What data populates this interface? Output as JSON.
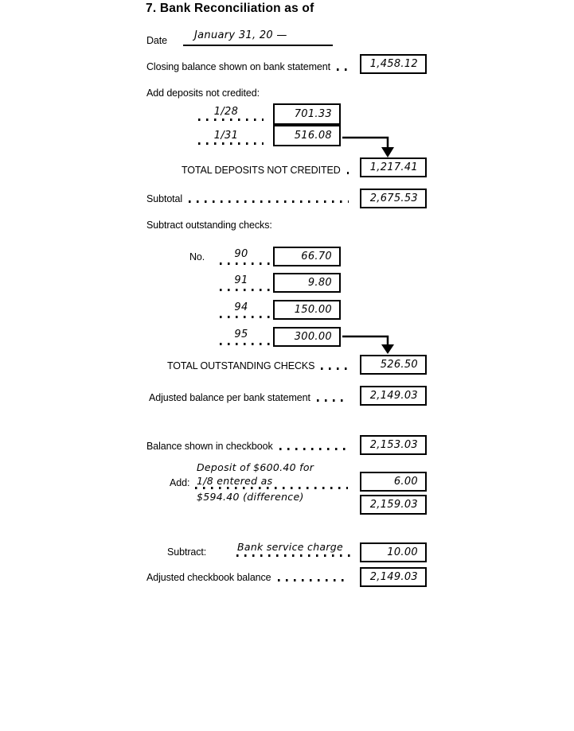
{
  "title": "7. Bank Reconciliation as of",
  "date_row": {
    "label": "Date",
    "value": "January 31, 20 —"
  },
  "rows": {
    "closing_balance": {
      "label": "Closing balance shown on bank statement",
      "value": "1,458.12"
    },
    "deposits_heading": "Add deposits not credited:",
    "total_deposits": {
      "label": "TOTAL DEPOSITS NOT CREDITED",
      "value": "1,217.41"
    },
    "subtotal": {
      "label": "Subtotal",
      "value": "2,675.53"
    },
    "checks_heading": "Subtract outstanding checks:",
    "no_label": "No.",
    "total_checks": {
      "label": "TOTAL OUTSTANDING CHECKS",
      "value": "526.50"
    },
    "adjusted_bank": {
      "label": "Adjusted balance per bank statement",
      "value": "2,149.03"
    },
    "checkbook_balance": {
      "label": "Balance shown in checkbook",
      "value": "2,153.03"
    },
    "add": {
      "label": "Add:",
      "note_line1": "Deposit of $600.40 for",
      "note_line2": "1/8 entered as",
      "note_line3": "$594.40 (difference)",
      "value": "6.00"
    },
    "add_result": {
      "value": "2,159.03"
    },
    "subtract": {
      "label": "Subtract:",
      "note": "Bank service charge",
      "value": "10.00"
    },
    "adjusted_checkbook": {
      "label": "Adjusted checkbook balance",
      "value": "2,149.03"
    }
  },
  "deposits": [
    {
      "date_label": "1/28",
      "amount": "701.33"
    },
    {
      "date_label": "1/31",
      "amount": "516.08"
    }
  ],
  "checks": [
    {
      "number": "90",
      "amount": "66.70"
    },
    {
      "number": "91",
      "amount": "9.80"
    },
    {
      "number": "94",
      "amount": "150.00"
    },
    {
      "number": "95",
      "amount": "300.00"
    }
  ],
  "colors": {
    "ink": "#000000",
    "paper": "#ffffff"
  }
}
